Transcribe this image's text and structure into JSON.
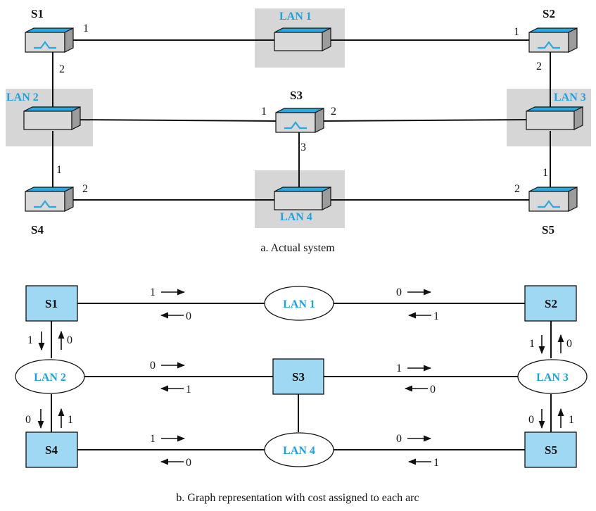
{
  "part_a": {
    "switches": {
      "s1": "S1",
      "s2": "S2",
      "s3": "S3",
      "s4": "S4",
      "s5": "S5"
    },
    "lans": {
      "lan1": "LAN 1",
      "lan2": "LAN 2",
      "lan3": "LAN 3",
      "lan4": "LAN 4"
    },
    "ports": {
      "s1_to_lan1": "1",
      "s1_to_lan2": "2",
      "s2_to_lan1": "1",
      "s2_to_lan3": "2",
      "s3_to_lan2": "1",
      "s3_to_lan3": "2",
      "s3_to_lan4": "3",
      "s4_to_lan2": "1",
      "s4_to_lan4": "2",
      "s5_to_lan3": "1",
      "s5_to_lan4": "2"
    },
    "caption": "a. Actual system"
  },
  "part_b": {
    "nodes": {
      "s1": "S1",
      "s2": "S2",
      "s3": "S3",
      "s4": "S4",
      "s5": "S5"
    },
    "lans": {
      "lan1": "LAN 1",
      "lan2": "LAN 2",
      "lan3": "LAN 3",
      "lan4": "LAN 4"
    },
    "costs": {
      "s1_lan1_fwd": "1",
      "s1_lan1_back": "0",
      "lan1_s2_fwd": "0",
      "lan1_s2_back": "1",
      "s1_lan2_down": "1",
      "s1_lan2_up": "0",
      "s2_lan3_down": "1",
      "s2_lan3_up": "0",
      "lan2_s3_fwd": "0",
      "lan2_s3_back": "1",
      "s3_lan3_fwd": "1",
      "s3_lan3_back": "0",
      "lan2_s4_down": "0",
      "lan2_s4_up": "1",
      "lan3_s5_down": "0",
      "lan3_s5_up": "1",
      "s4_lan4_fwd": "1",
      "s4_lan4_back": "0",
      "lan4_s5_fwd": "0",
      "lan4_s5_back": "1"
    },
    "caption": "b. Graph representation with cost assigned to each arc"
  },
  "colors": {
    "device_top": "#27a9e1",
    "device_face": "#d9d9d9",
    "lan_backdrop": "#d6d6d6",
    "graph_node": "#9ed8f2",
    "lan_text": "#1aa3e0"
  }
}
